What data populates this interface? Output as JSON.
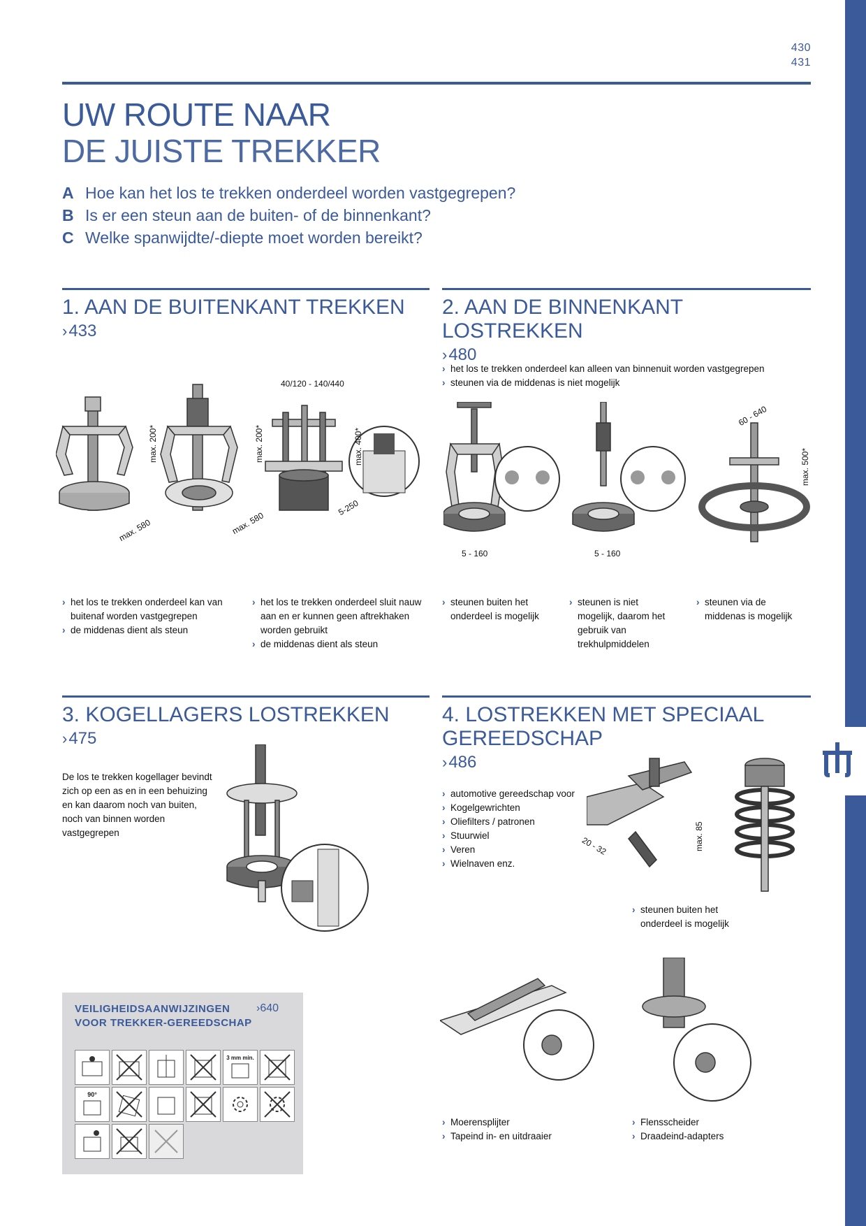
{
  "page_numbers": [
    "430",
    "431"
  ],
  "title": {
    "line1": "UW ROUTE NAAR",
    "line2": "DE JUISTE TREKKER"
  },
  "questions": [
    {
      "letter": "A",
      "text": "Hoe kan het los te trekken onderdeel worden vastgegrepen?"
    },
    {
      "letter": "B",
      "text": "Is er een steun aan de buiten- of de binnenkant?"
    },
    {
      "letter": "C",
      "text": "Welke spanwijdte/-diepte moet worden bereikt?"
    }
  ],
  "section1": {
    "title": "1. AAN DE BUITENKANT TREKKEN",
    "ref": "433",
    "dims": {
      "d1": "max. 200*",
      "d2": "max. 580",
      "d3": "max. 200*",
      "d4": "max. 580",
      "d5": "40/120 - 140/440",
      "d6": "max. 400*",
      "d7": "5-250"
    },
    "bullets_a": [
      "het los te trekken onderdeel kan van buitenaf worden vastgegrepen",
      "de middenas dient als steun"
    ],
    "bullets_b": [
      "het los te trekken onderdeel sluit nauw aan en er kunnen geen aftrekhaken worden gebruikt",
      "de middenas dient als steun"
    ]
  },
  "section2": {
    "title": "2. AAN DE BINNENKANT LOSTREKKEN",
    "ref": "480",
    "intro": [
      "het los te trekken onderdeel kan alleen van binnenuit worden vastgegrepen",
      "steunen via de middenas is niet mogelijk"
    ],
    "dims": {
      "d1": "5 - 160",
      "d2": "5 - 160",
      "d3": "60 - 640",
      "d4": "max. 500*"
    },
    "bullets_a": [
      "steunen buiten het onderdeel is mogelijk"
    ],
    "bullets_b": [
      "steunen is niet mogelijk, daarom het gebruik van trekhulpmiddelen"
    ],
    "bullets_c": [
      "steunen via de middenas is mogelijk"
    ]
  },
  "section3": {
    "title": "3. KOGELLAGERS LOSTREKKEN",
    "ref": "475",
    "text": "De los te trekken kogellager bevindt zich op een as en in een behuizing en kan daarom noch van buiten, noch van binnen worden vastgegrepen"
  },
  "section4": {
    "title_line1": "4. LOSTREKKEN MET SPECIAAL",
    "title_line2": "GEREEDSCHAP",
    "ref": "486",
    "bullets": [
      "automotive gereedschap voor",
      "Kogelgewrichten",
      "Oliefilters / patronen",
      "Stuurwiel",
      "Veren",
      "Wielnaven enz."
    ],
    "dims": {
      "d1": "20 - 32",
      "d2": "max. 85"
    },
    "support": [
      "steunen buiten het onderdeel is mogelijk"
    ],
    "bottom_left": [
      "Moerensplijter",
      "Tapeind in- en uitdraaier"
    ],
    "bottom_right": [
      "Flensscheider",
      "Draadeind-adapters"
    ]
  },
  "safety": {
    "title_line1": "VEILIGHEIDSAANWIJZINGEN",
    "title_line2": "VOOR TREKKER-GEREEDSCHAP",
    "ref": "640",
    "labels": {
      "min": "3 mm min.",
      "angle": "90°"
    }
  },
  "colors": {
    "accent": "#3b5a99",
    "gray_box": "#d9d9dc"
  }
}
